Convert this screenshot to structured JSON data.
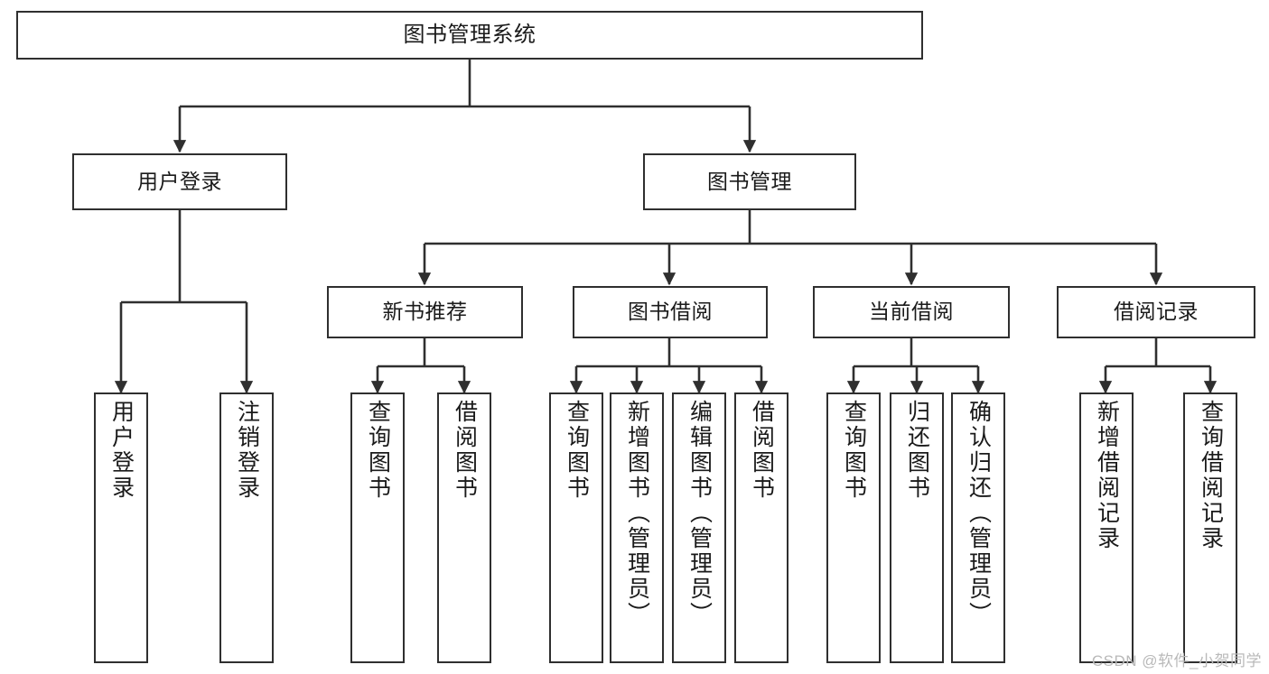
{
  "diagram": {
    "title": "图书管理系统",
    "type": "tree",
    "root": {
      "label": "图书管理系统"
    },
    "level2": [
      {
        "label": "用户登录"
      },
      {
        "label": "图书管理"
      }
    ],
    "level3": [
      {
        "label": "新书推荐"
      },
      {
        "label": "图书借阅"
      },
      {
        "label": "当前借阅"
      },
      {
        "label": "借阅记录"
      }
    ],
    "leaves": {
      "user_login": [
        {
          "label": "用户登录"
        },
        {
          "label": "注销登录"
        }
      ],
      "new_book_recommend": [
        {
          "label": "查询图书"
        },
        {
          "label": "借阅图书"
        }
      ],
      "book_borrow": [
        {
          "label": "查询图书"
        },
        {
          "label": "新增图书（管理员）"
        },
        {
          "label": "编辑图书（管理员）"
        },
        {
          "label": "借阅图书"
        }
      ],
      "current_borrow": [
        {
          "label": "查询图书"
        },
        {
          "label": "归还图书"
        },
        {
          "label": "确认归还（管理员）"
        }
      ],
      "borrow_record": [
        {
          "label": "新增借阅记录"
        },
        {
          "label": "查询借阅记录"
        }
      ]
    }
  },
  "watermark": {
    "text": "CSDN @软件_小贺同学"
  },
  "colors": {
    "stroke": "#2f2f2f",
    "background": "#ffffff",
    "text": "#1a1a1a",
    "watermark": "#b9b9b9"
  }
}
